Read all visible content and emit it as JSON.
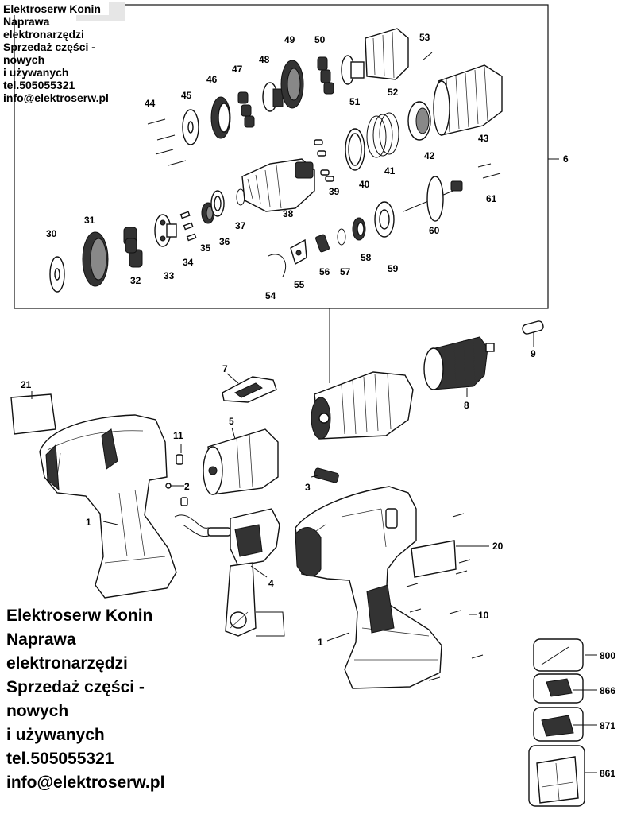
{
  "watermark": {
    "lines": [
      "Elektroserw Konin",
      "Naprawa",
      "elektronarzędzi",
      "Sprzedaż części -",
      "nowych",
      "i używanych",
      "tel.505055321",
      "info@elektroserw.pl"
    ]
  },
  "callouts": {
    "c1a": "1",
    "c1b": "1",
    "c2": "2",
    "c3": "3",
    "c4": "4",
    "c5": "5",
    "c6": "6",
    "c7": "7",
    "c8": "8",
    "c9": "9",
    "c10": "10",
    "c11": "11",
    "c20": "20",
    "c21": "21",
    "c30": "30",
    "c31": "31",
    "c32": "32",
    "c33": "33",
    "c34": "34",
    "c35": "35",
    "c36": "36",
    "c37": "37",
    "c38": "38",
    "c39": "39",
    "c40": "40",
    "c41": "41",
    "c42": "42",
    "c43": "43",
    "c44": "44",
    "c45": "45",
    "c46": "46",
    "c47": "47",
    "c48": "48",
    "c49": "49",
    "c50": "50",
    "c51": "51",
    "c52": "52",
    "c53": "53",
    "c54": "54",
    "c55": "55",
    "c56": "56",
    "c57": "57",
    "c58": "58",
    "c59": "59",
    "c60": "60",
    "c61": "61",
    "c800": "800",
    "c866": "866",
    "c871": "871",
    "c861": "861"
  },
  "icons": [
    "gearbox-assembly",
    "motor",
    "switch",
    "chuck",
    "housing",
    "battery-charger",
    "battery-pack",
    "carry-case"
  ]
}
